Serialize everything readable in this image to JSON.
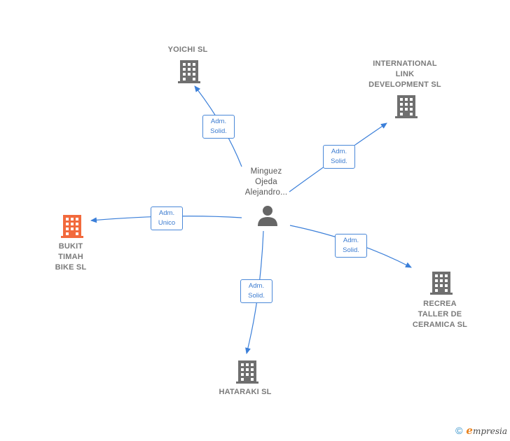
{
  "colors": {
    "edge": "#3b7fd9",
    "company": "#6f6f6f",
    "company_highlight": "#f26a3d",
    "person": "#666666"
  },
  "center": {
    "name": "Minguez\nOjeda\nAlejandro...",
    "icon": "person-icon"
  },
  "companies": [
    {
      "id": "yoichi",
      "name": "YOICHI SL",
      "icon": "building-icon",
      "role": "Adm.\nSolid."
    },
    {
      "id": "international",
      "name": "INTERNATIONAL\nLINK\nDEVELOPMENT SL",
      "icon": "building-icon",
      "role": "Adm.\nSolid."
    },
    {
      "id": "bukit",
      "name": "BUKIT\nTIMAH\nBIKE  SL",
      "icon": "building-icon",
      "role": "Adm.\nUnico",
      "highlight": true
    },
    {
      "id": "recrea",
      "name": "RECREA\nTALLER DE\nCERAMICA  SL",
      "icon": "building-icon",
      "role": "Adm.\nSolid."
    },
    {
      "id": "hataraki",
      "name": "HATARAKI SL",
      "icon": "building-icon",
      "role": "Adm.\nSolid."
    }
  ],
  "footer": {
    "copyright_symbol": "©",
    "brand_initial": "e",
    "brand_rest": "mpresia"
  }
}
